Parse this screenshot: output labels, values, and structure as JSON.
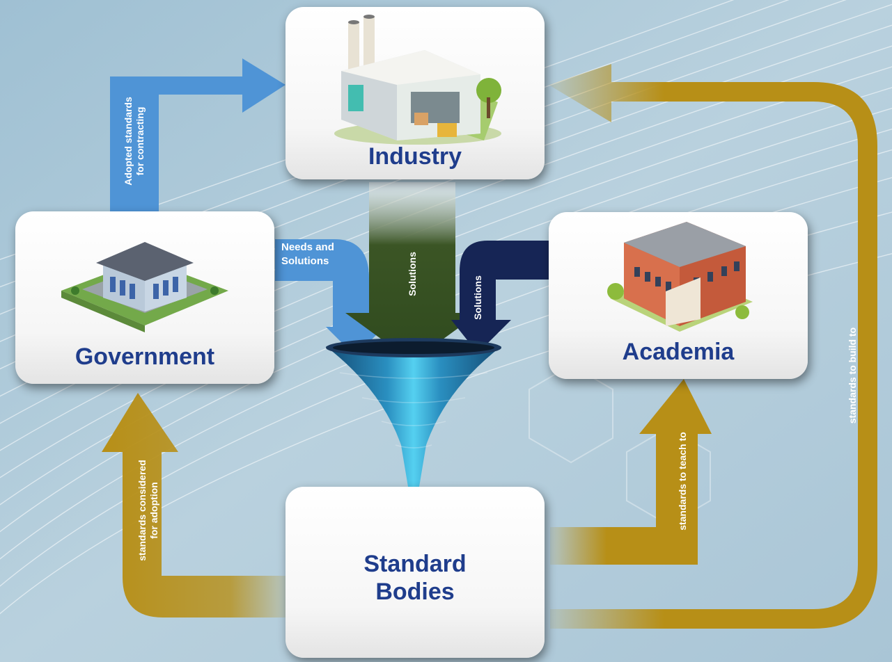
{
  "nodes": {
    "industry": "Industry",
    "government": "Government",
    "academia": "Academia",
    "standard_bodies_line1": "Standard",
    "standard_bodies_line2": "Bodies"
  },
  "flows": {
    "gov_to_industry_line1": "Adopted standards",
    "gov_to_industry_line2": "for contracting",
    "gov_to_funnel_line1": "Needs and",
    "gov_to_funnel_line2": "Solutions",
    "industry_to_funnel": "Solutions",
    "academia_to_funnel": "Solutions",
    "sb_to_gov_line1": "standards considered",
    "sb_to_gov_line2": "for adoption",
    "sb_to_academia": "standards to teach to",
    "sb_to_industry": "standards to build to"
  },
  "icons": {
    "industry": "factory-icon",
    "government": "government-building-icon",
    "academia": "university-building-icon",
    "funnel": "funnel-icon"
  },
  "colors": {
    "gold": "#b78f17",
    "light_blue": "#4f94d6",
    "dark_green": "#3b5525",
    "navy": "#162555",
    "title_blue": "#1f3d8c",
    "funnel_cyan": "#35b4dc"
  }
}
